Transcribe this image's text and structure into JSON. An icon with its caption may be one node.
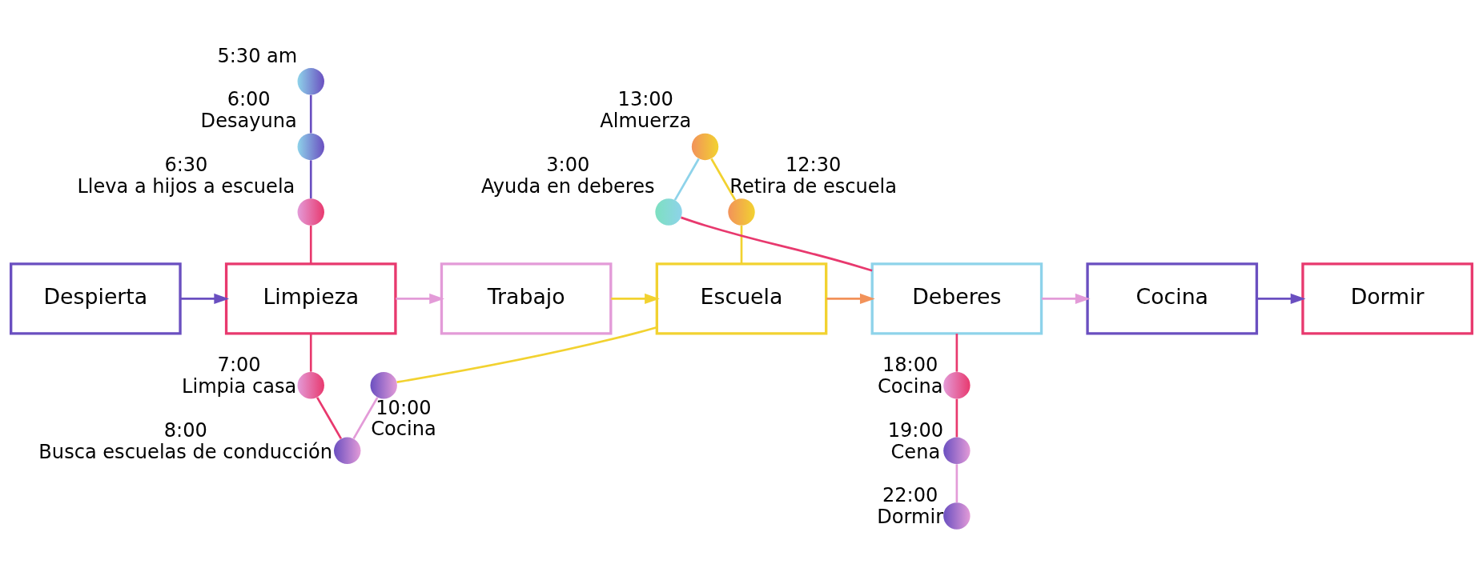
{
  "diagram": {
    "nodes": [
      {
        "text": [
          "Despierta"
        ]
      },
      {
        "text": [
          "Limpieza"
        ]
      },
      {
        "text": [
          "Trabajo"
        ]
      },
      {
        "text": [
          "Escuela"
        ]
      },
      {
        "text": [
          "Deberes"
        ]
      },
      {
        "text": [
          "Cocina"
        ]
      },
      {
        "text": [
          "Dormir"
        ]
      },
      {
        "text": [],
        "shape": "circle",
        "beside": [
          "5:30 am"
        ]
      },
      {
        "text": [],
        "shape": "circle",
        "beside": [
          "6:00",
          "Desayuna"
        ]
      },
      {
        "text": [],
        "shape": "circle",
        "beside": [
          "6:30",
          "Lleva a hijos a escuela"
        ]
      },
      {
        "text": [],
        "shape": "circle",
        "beside": [
          "7:00",
          "Limpia casa"
        ]
      },
      {
        "text": [],
        "shape": "circle",
        "beside": [
          "8:00",
          "Busca escuelas de conducción"
        ]
      },
      {
        "text": [],
        "shape": "circle",
        "beside": [
          "10:00",
          "Cocina"
        ]
      },
      {
        "text": [],
        "shape": "circle",
        "beside": [
          "12:30",
          "Retira de escuela"
        ]
      },
      {
        "text": [],
        "shape": "circle",
        "beside": [
          "13:00",
          "Almuerza"
        ]
      },
      {
        "text": [],
        "shape": "circle",
        "beside": [
          "3:00",
          "Ayuda en deberes"
        ]
      },
      {
        "text": [],
        "shape": "circle",
        "beside": [
          "18:00",
          "Cocina"
        ]
      },
      {
        "text": [],
        "shape": "circle",
        "beside": [
          "19:00",
          "Cena"
        ]
      },
      {
        "text": [],
        "shape": "circle",
        "beside": [
          "22:00",
          "Dormir"
        ]
      }
    ],
    "edges": [
      {
        "from": 0,
        "to": 1,
        "arrow": "to",
        "color": "#6a4fc0"
      },
      {
        "from": 1,
        "to": 2,
        "arrow": "to",
        "color": "#e39bd8"
      },
      {
        "from": 2,
        "to": 3,
        "arrow": "to",
        "color": "#f2d230"
      },
      {
        "from": 3,
        "to": 4,
        "arrow": "to",
        "color": "#f2925a"
      },
      {
        "from": 4,
        "to": 5,
        "arrow": "to",
        "color": "#e39bd8"
      },
      {
        "from": 5,
        "to": 6,
        "arrow": "to",
        "color": "#6a4fc0"
      },
      {
        "from": 7,
        "to": 8,
        "arrow": "none",
        "color": "#6a4fc0"
      },
      {
        "from": 8,
        "to": 9,
        "arrow": "none",
        "color": "#6a4fc0"
      },
      {
        "from": 9,
        "to": 1,
        "arrow": "none",
        "color": "#e8396e"
      },
      {
        "from": 1,
        "to": 10,
        "arrow": "none",
        "color": "#e8396e"
      },
      {
        "from": 10,
        "to": 11,
        "arrow": "none",
        "color": "#e8396e"
      },
      {
        "from": 11,
        "to": 12,
        "arrow": "none",
        "color": "#e39bd8"
      },
      {
        "from": 12,
        "to": 3,
        "arrow": "none",
        "color": "#f2d230"
      },
      {
        "from": 3,
        "to": 13,
        "arrow": "none",
        "color": "#f2d230"
      },
      {
        "from": 13,
        "to": 14,
        "arrow": "none",
        "color": "#f2d230"
      },
      {
        "from": 14,
        "to": 15,
        "arrow": "none",
        "color": "#8ed3ea"
      },
      {
        "from": 15,
        "to": 4,
        "arrow": "none",
        "color": "#e8396e"
      },
      {
        "from": 4,
        "to": 16,
        "arrow": "none",
        "color": "#e8396e"
      },
      {
        "from": 16,
        "to": 17,
        "arrow": "none",
        "color": "#e8396e"
      },
      {
        "from": 17,
        "to": 18,
        "arrow": "none",
        "color": "#e39bd8"
      }
    ]
  }
}
